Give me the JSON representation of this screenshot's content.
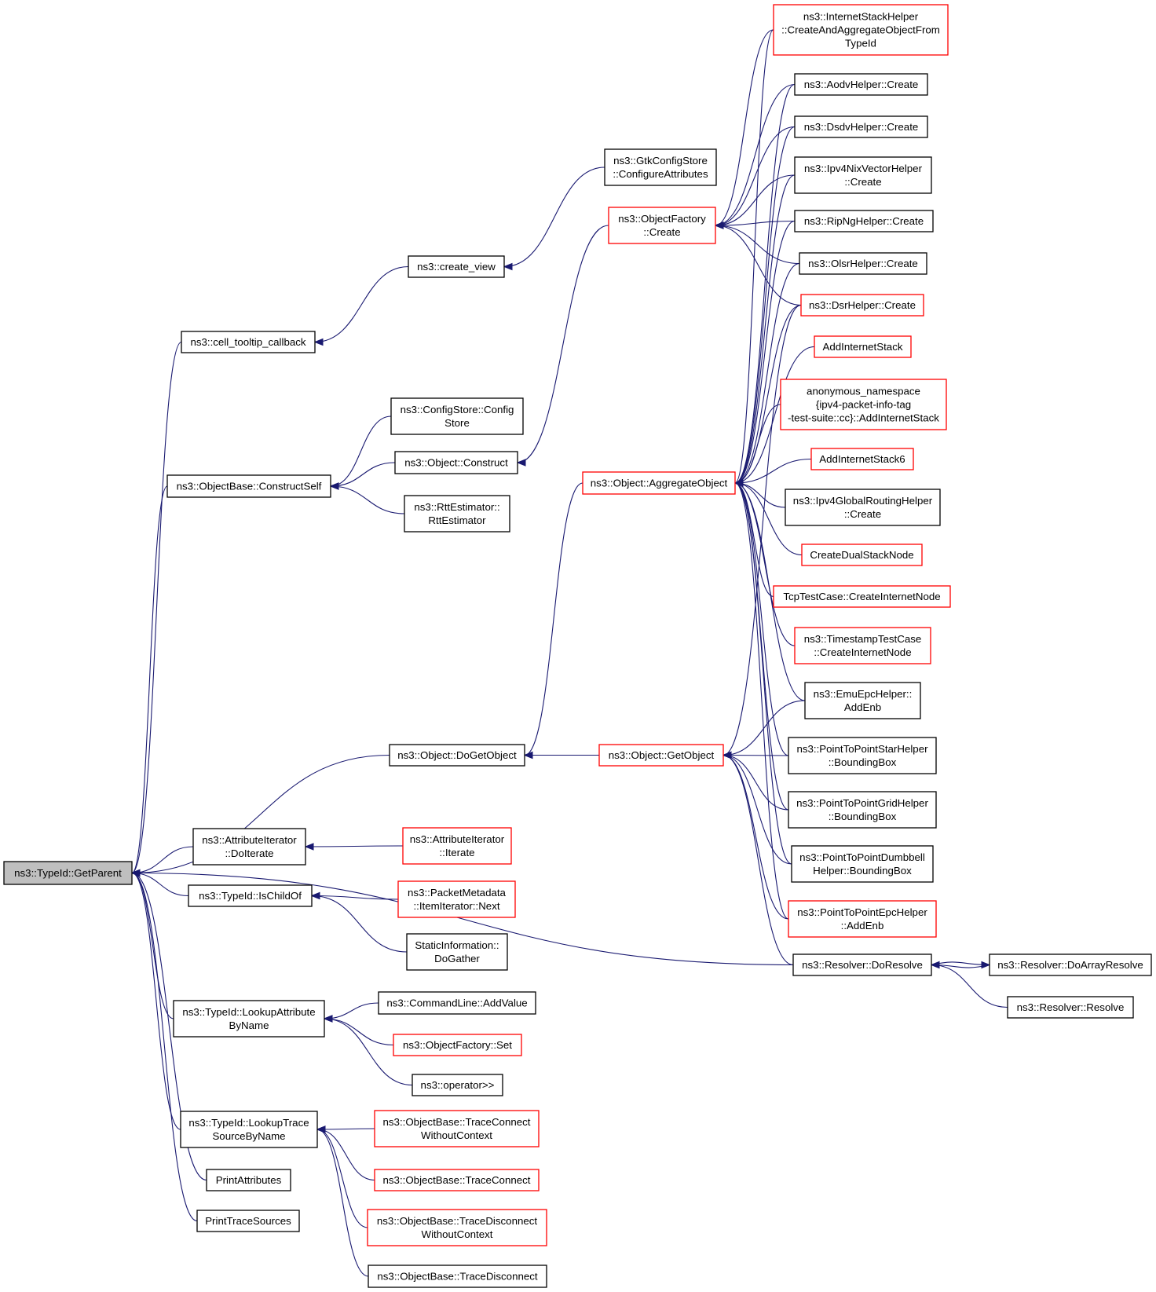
{
  "colors": {
    "edge": "#191970",
    "incomplete_border": "#ff0000",
    "complete_border": "#000000",
    "root_fill": "#bfbfbf"
  },
  "nodes": [
    {
      "id": "root",
      "lines": [
        "ns3::TypeId::GetParent"
      ],
      "status": "root"
    },
    {
      "id": "cell_tooltip",
      "lines": [
        "ns3::cell_tooltip_callback"
      ],
      "status": "complete"
    },
    {
      "id": "create_view",
      "lines": [
        "ns3::create_view"
      ],
      "status": "complete"
    },
    {
      "id": "gtk_conf",
      "lines": [
        "ns3::GtkConfigStore",
        "::ConfigureAttributes"
      ],
      "status": "complete"
    },
    {
      "id": "construct_self",
      "lines": [
        "ns3::ObjectBase::ConstructSelf"
      ],
      "status": "complete"
    },
    {
      "id": "config_store",
      "lines": [
        "ns3::ConfigStore::Config",
        "Store"
      ],
      "status": "complete"
    },
    {
      "id": "obj_construct",
      "lines": [
        "ns3::Object::Construct"
      ],
      "status": "complete"
    },
    {
      "id": "rtt_est",
      "lines": [
        "ns3::RttEstimator::",
        "RttEstimator"
      ],
      "status": "complete"
    },
    {
      "id": "of_create",
      "lines": [
        "ns3::ObjectFactory",
        "::Create"
      ],
      "status": "incomplete"
    },
    {
      "id": "agg_obj",
      "lines": [
        "ns3::Object::AggregateObject"
      ],
      "status": "incomplete"
    },
    {
      "id": "do_get_obj",
      "lines": [
        "ns3::Object::DoGetObject"
      ],
      "status": "complete"
    },
    {
      "id": "get_obj",
      "lines": [
        "ns3::Object::GetObject"
      ],
      "status": "incomplete"
    },
    {
      "id": "attr_doiter",
      "lines": [
        "ns3::AttributeIterator",
        "::DoIterate"
      ],
      "status": "complete"
    },
    {
      "id": "attr_iter",
      "lines": [
        "ns3::AttributeIterator",
        "::Iterate"
      ],
      "status": "incomplete"
    },
    {
      "id": "is_child",
      "lines": [
        "ns3::TypeId::IsChildOf"
      ],
      "status": "complete"
    },
    {
      "id": "pm_next",
      "lines": [
        "ns3::PacketMetadata",
        "::ItemIterator::Next"
      ],
      "status": "incomplete"
    },
    {
      "id": "static_info",
      "lines": [
        "StaticInformation::",
        "DoGather"
      ],
      "status": "complete"
    },
    {
      "id": "lookup_attr",
      "lines": [
        "ns3::TypeId::LookupAttribute",
        "ByName"
      ],
      "status": "complete"
    },
    {
      "id": "cmd_add",
      "lines": [
        "ns3::CommandLine::AddValue"
      ],
      "status": "complete"
    },
    {
      "id": "of_set",
      "lines": [
        "ns3::ObjectFactory::Set"
      ],
      "status": "incomplete"
    },
    {
      "id": "op_rshift",
      "lines": [
        "ns3::operator>>"
      ],
      "status": "complete"
    },
    {
      "id": "lookup_trace",
      "lines": [
        "ns3::TypeId::LookupTrace",
        "SourceByName"
      ],
      "status": "complete"
    },
    {
      "id": "tc_nocontext",
      "lines": [
        "ns3::ObjectBase::TraceConnect",
        "WithoutContext"
      ],
      "status": "incomplete"
    },
    {
      "id": "tc",
      "lines": [
        "ns3::ObjectBase::TraceConnect"
      ],
      "status": "incomplete"
    },
    {
      "id": "td_nocontext",
      "lines": [
        "ns3::ObjectBase::TraceDisconnect",
        "WithoutContext"
      ],
      "status": "incomplete"
    },
    {
      "id": "td",
      "lines": [
        "ns3::ObjectBase::TraceDisconnect"
      ],
      "status": "complete"
    },
    {
      "id": "print_attr",
      "lines": [
        "PrintAttributes"
      ],
      "status": "complete"
    },
    {
      "id": "print_trace",
      "lines": [
        "PrintTraceSources"
      ],
      "status": "complete"
    },
    {
      "id": "inet_stack_helper",
      "lines": [
        "ns3::InternetStackHelper",
        "::CreateAndAggregateObjectFrom",
        "TypeId"
      ],
      "status": "incomplete"
    },
    {
      "id": "aodv",
      "lines": [
        "ns3::AodvHelper::Create"
      ],
      "status": "complete"
    },
    {
      "id": "dsdv",
      "lines": [
        "ns3::DsdvHelper::Create"
      ],
      "status": "complete"
    },
    {
      "id": "nix",
      "lines": [
        "ns3::Ipv4NixVectorHelper",
        "::Create"
      ],
      "status": "complete"
    },
    {
      "id": "ripng",
      "lines": [
        "ns3::RipNgHelper::Create"
      ],
      "status": "complete"
    },
    {
      "id": "olsr",
      "lines": [
        "ns3::OlsrHelper::Create"
      ],
      "status": "complete"
    },
    {
      "id": "dsr",
      "lines": [
        "ns3::DsrHelper::Create"
      ],
      "status": "incomplete"
    },
    {
      "id": "add_inet",
      "lines": [
        "AddInternetStack"
      ],
      "status": "incomplete"
    },
    {
      "id": "anon_ns",
      "lines": [
        "anonymous_namespace",
        "{ipv4-packet-info-tag",
        "-test-suite::cc}::AddInternetStack"
      ],
      "status": "incomplete"
    },
    {
      "id": "add_inet6",
      "lines": [
        "AddInternetStack6"
      ],
      "status": "incomplete"
    },
    {
      "id": "ipv4_global",
      "lines": [
        "ns3::Ipv4GlobalRoutingHelper",
        "::Create"
      ],
      "status": "complete"
    },
    {
      "id": "dual_stack",
      "lines": [
        "CreateDualStackNode"
      ],
      "status": "incomplete"
    },
    {
      "id": "tcp_test",
      "lines": [
        "TcpTestCase::CreateInternetNode"
      ],
      "status": "incomplete"
    },
    {
      "id": "timestamp",
      "lines": [
        "ns3::TimestampTestCase",
        "::CreateInternetNode"
      ],
      "status": "incomplete"
    },
    {
      "id": "emu_epc",
      "lines": [
        "ns3::EmuEpcHelper::",
        "AddEnb"
      ],
      "status": "complete"
    },
    {
      "id": "p2p_star",
      "lines": [
        "ns3::PointToPointStarHelper",
        "::BoundingBox"
      ],
      "status": "complete"
    },
    {
      "id": "p2p_grid",
      "lines": [
        "ns3::PointToPointGridHelper",
        "::BoundingBox"
      ],
      "status": "complete"
    },
    {
      "id": "p2p_dumb",
      "lines": [
        "ns3::PointToPointDumbbell",
        "Helper::BoundingBox"
      ],
      "status": "complete"
    },
    {
      "id": "p2p_epc",
      "lines": [
        "ns3::PointToPointEpcHelper",
        "::AddEnb"
      ],
      "status": "incomplete"
    },
    {
      "id": "resolver_do",
      "lines": [
        "ns3::Resolver::DoResolve"
      ],
      "status": "complete"
    },
    {
      "id": "resolver_arr",
      "lines": [
        "ns3::Resolver::DoArrayResolve"
      ],
      "status": "complete"
    },
    {
      "id": "resolver",
      "lines": [
        "ns3::Resolver::Resolve"
      ],
      "status": "complete"
    }
  ],
  "edges": [
    [
      "cell_tooltip",
      "root"
    ],
    [
      "construct_self",
      "root"
    ],
    [
      "do_get_obj",
      "root"
    ],
    [
      "resolver_do",
      "root"
    ],
    [
      "attr_doiter",
      "root"
    ],
    [
      "is_child",
      "root"
    ],
    [
      "lookup_attr",
      "root"
    ],
    [
      "lookup_trace",
      "root"
    ],
    [
      "print_attr",
      "root"
    ],
    [
      "print_trace",
      "root"
    ],
    [
      "create_view",
      "cell_tooltip"
    ],
    [
      "gtk_conf",
      "create_view"
    ],
    [
      "config_store",
      "construct_self"
    ],
    [
      "obj_construct",
      "construct_self"
    ],
    [
      "rtt_est",
      "construct_self"
    ],
    [
      "of_create",
      "obj_construct"
    ],
    [
      "get_obj",
      "do_get_obj"
    ],
    [
      "agg_obj",
      "do_get_obj"
    ],
    [
      "attr_iter",
      "attr_doiter"
    ],
    [
      "pm_next",
      "is_child"
    ],
    [
      "static_info",
      "is_child"
    ],
    [
      "cmd_add",
      "lookup_attr"
    ],
    [
      "of_set",
      "lookup_attr"
    ],
    [
      "op_rshift",
      "lookup_attr"
    ],
    [
      "tc_nocontext",
      "lookup_trace"
    ],
    [
      "tc",
      "lookup_trace"
    ],
    [
      "td_nocontext",
      "lookup_trace"
    ],
    [
      "td",
      "lookup_trace"
    ],
    [
      "inet_stack_helper",
      "of_create"
    ],
    [
      "aodv",
      "of_create"
    ],
    [
      "dsdv",
      "of_create"
    ],
    [
      "nix",
      "of_create"
    ],
    [
      "ripng",
      "of_create"
    ],
    [
      "olsr",
      "of_create"
    ],
    [
      "dsr",
      "of_create"
    ],
    [
      "inet_stack_helper",
      "agg_obj"
    ],
    [
      "aodv",
      "agg_obj"
    ],
    [
      "dsdv",
      "agg_obj"
    ],
    [
      "nix",
      "agg_obj"
    ],
    [
      "ripng",
      "agg_obj"
    ],
    [
      "olsr",
      "agg_obj"
    ],
    [
      "dsr",
      "agg_obj"
    ],
    [
      "add_inet",
      "agg_obj"
    ],
    [
      "anon_ns",
      "agg_obj"
    ],
    [
      "add_inet6",
      "agg_obj"
    ],
    [
      "ipv4_global",
      "agg_obj"
    ],
    [
      "dual_stack",
      "agg_obj"
    ],
    [
      "tcp_test",
      "agg_obj"
    ],
    [
      "timestamp",
      "agg_obj"
    ],
    [
      "emu_epc",
      "agg_obj"
    ],
    [
      "p2p_star",
      "agg_obj"
    ],
    [
      "p2p_grid",
      "agg_obj"
    ],
    [
      "p2p_dumb",
      "agg_obj"
    ],
    [
      "p2p_epc",
      "agg_obj"
    ],
    [
      "emu_epc",
      "get_obj"
    ],
    [
      "p2p_star",
      "get_obj"
    ],
    [
      "p2p_grid",
      "get_obj"
    ],
    [
      "p2p_dumb",
      "get_obj"
    ],
    [
      "p2p_epc",
      "get_obj"
    ],
    [
      "resolver_do",
      "get_obj"
    ],
    [
      "dsr",
      "get_obj"
    ],
    [
      "resolver_arr",
      "resolver_do"
    ],
    [
      "resolver_do",
      "resolver_arr"
    ],
    [
      "resolver",
      "resolver_do"
    ]
  ]
}
